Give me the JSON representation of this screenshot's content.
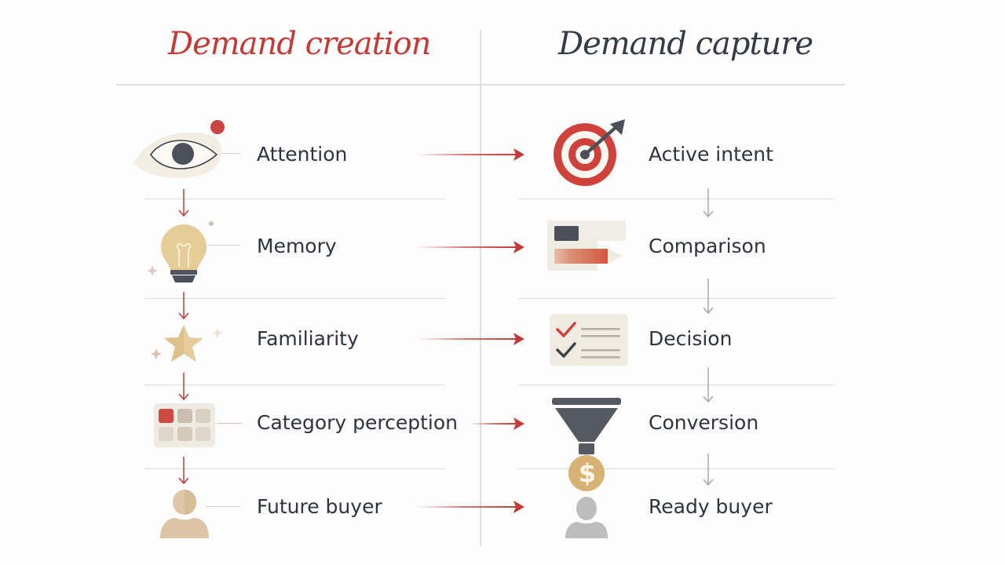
{
  "columns": {
    "left": {
      "title": "Demand creation",
      "color": "#c23b36"
    },
    "right": {
      "title": "Demand capture",
      "color": "#363a43"
    }
  },
  "left_stages": [
    {
      "label": "Attention",
      "icon": "eye-icon"
    },
    {
      "label": "Memory",
      "icon": "lightbulb-icon"
    },
    {
      "label": "Familiarity",
      "icon": "star-icon"
    },
    {
      "label": "Category perception",
      "icon": "category-grid-icon"
    },
    {
      "label": "Future buyer",
      "icon": "person-icon"
    }
  ],
  "right_stages": [
    {
      "label": "Active intent",
      "icon": "target-icon"
    },
    {
      "label": "Comparison",
      "icon": "comparison-bars-icon"
    },
    {
      "label": "Decision",
      "icon": "checklist-icon"
    },
    {
      "label": "Conversion",
      "icon": "funnel-icon"
    },
    {
      "label": "Ready buyer",
      "icon": "person-dollar-icon"
    }
  ],
  "colors": {
    "accent_red": "#c23b36",
    "dark": "#4b5059",
    "beige": "#e6cd9c",
    "tan": "#d9c3a3",
    "gray_arrow": "#a8a8a8",
    "divider": "#dcdcdc"
  }
}
